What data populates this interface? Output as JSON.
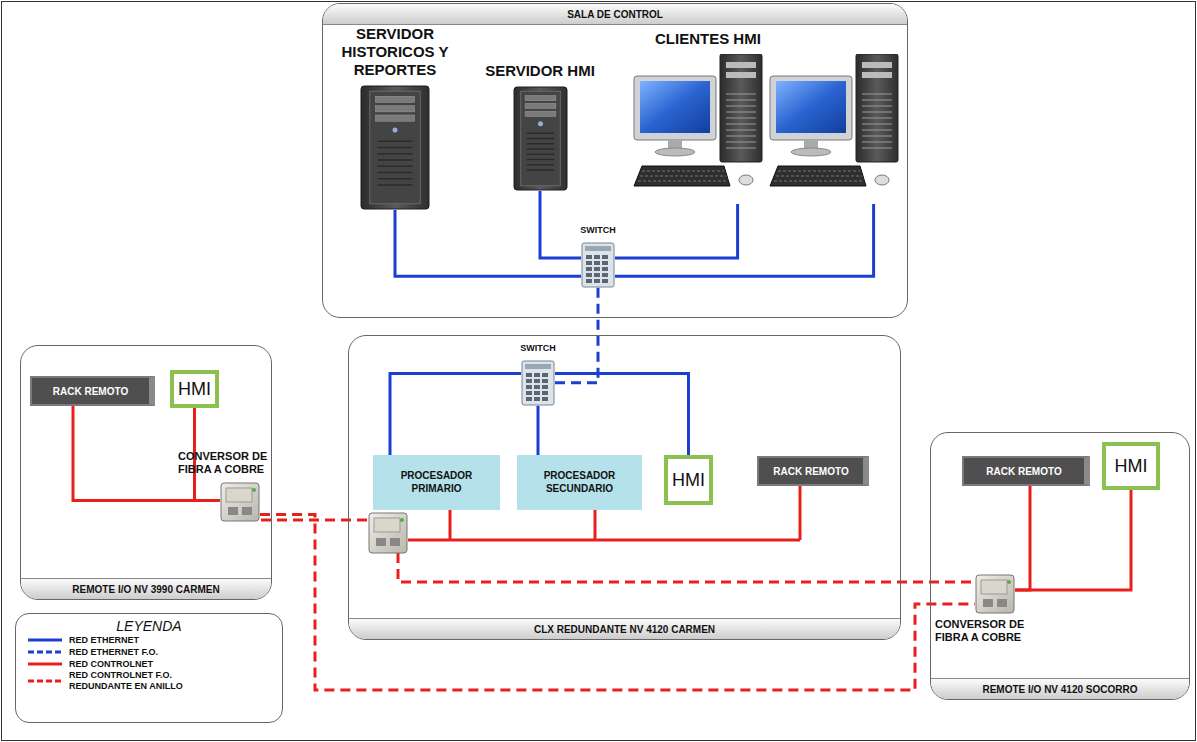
{
  "diagram": {
    "nodes": [
      {
        "text": [
          "SALA DE CONTROL"
        ]
      },
      {
        "text": [
          "SERVIDOR HISTORICOS Y REPORTES"
        ],
        "in": 0
      },
      {
        "text": [
          "SERVIDOR HMI"
        ],
        "in": 0
      },
      {
        "text": [
          "CLIENTES HMI"
        ],
        "in": 0
      },
      {
        "text": [
          "SWITCH"
        ],
        "in": 0
      },
      {
        "text": [
          "REMOTE I/O NV 3990 CARMEN"
        ]
      },
      {
        "text": [
          "RACK REMOTO"
        ],
        "in": 5
      },
      {
        "text": [
          "HMI"
        ],
        "in": 5
      },
      {
        "text": [
          "CONVERSOR DE FIBRA A COBRE"
        ],
        "in": 5
      },
      {
        "text": [
          "CLX REDUNDANTE NV 4120 CARMEN"
        ]
      },
      {
        "text": [
          "SWITCH"
        ],
        "in": 9
      },
      {
        "text": [
          "PROCESADOR PRIMARIO"
        ],
        "in": 9
      },
      {
        "text": [
          "PROCESADOR SECUNDARIO"
        ],
        "in": 9
      },
      {
        "text": [
          "HMI"
        ],
        "in": 9
      },
      {
        "text": [
          "RACK REMOTO"
        ],
        "in": 9
      },
      {
        "text": [
          "REMOTE I/O NV 4120 SOCORRO"
        ]
      },
      {
        "text": [
          "RACK REMOTO"
        ],
        "in": 15
      },
      {
        "text": [
          "HMI"
        ],
        "in": 15
      },
      {
        "text": [
          "CONVERSOR DE FIBRA A COBRE"
        ],
        "in": 15
      }
    ],
    "edges": [
      {
        "from": 1,
        "to": 4,
        "arrow": "none"
      },
      {
        "from": 2,
        "to": 4,
        "arrow": "none"
      },
      {
        "from": 3,
        "to": 4,
        "arrow": "none"
      },
      {
        "from": 3,
        "to": 4,
        "arrow": "none"
      },
      {
        "from": 4,
        "to": 10,
        "arrow": "none"
      },
      {
        "from": 10,
        "to": 11,
        "arrow": "none"
      },
      {
        "from": 10,
        "to": 12,
        "arrow": "none"
      },
      {
        "from": 10,
        "to": 13,
        "arrow": "none"
      },
      {
        "from": 6,
        "to": 8,
        "arrow": "none"
      },
      {
        "from": 7,
        "to": 8,
        "arrow": "none"
      },
      {
        "from": 16,
        "to": 18,
        "arrow": "none"
      },
      {
        "from": 17,
        "to": 18,
        "arrow": "none"
      },
      {
        "from": 8,
        "to": 18,
        "arrow": "none"
      }
    ],
    "labels": [
      "LEYENDA"
    ],
    "legend": [
      {
        "text": "RED ETHERNET"
      },
      {
        "text": "RED ETHERNET F.O."
      },
      {
        "text": "RED CONTROLNET"
      },
      {
        "text": "RED CONTROLNET F.O. REDUNDANTE EN ANILLO"
      }
    ]
  }
}
